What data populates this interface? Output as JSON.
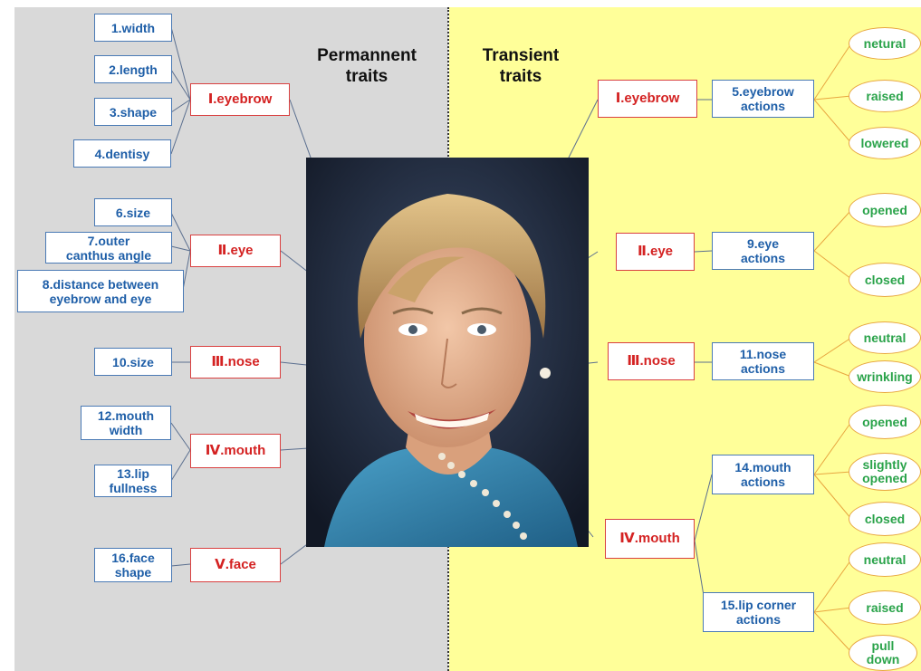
{
  "headings": {
    "permanent": "Permannent\ntraits",
    "transient": "Transient\ntraits"
  },
  "permanent_traits": {
    "eyebrow": "Ⅰ.eyebrow",
    "eye": "Ⅱ.eye",
    "nose": "Ⅲ.nose",
    "mouth": "Ⅳ.mouth",
    "face": "Ⅴ.face"
  },
  "permanent_features": {
    "width": "1.width",
    "length": "2.length",
    "shape": "3.shape",
    "dentisy": "4.dentisy",
    "eye_size": "6.size",
    "canthus": "7.outer\ncanthus angle",
    "distance": "8.distance between\neyebrow and eye",
    "nose_size": "10.size",
    "mouth_width": "12.mouth\nwidth",
    "lip_fullness": "13.lip\nfullness",
    "face_shape": "16.face\nshape"
  },
  "transient_traits": {
    "eyebrow": "Ⅰ.eyebrow",
    "eye": "Ⅱ.eye",
    "nose": "Ⅲ.nose",
    "mouth": "Ⅳ.mouth"
  },
  "actions": {
    "eyebrow": "5.eyebrow\nactions",
    "eye": "9.eye\nactions",
    "nose": "11.nose\nactions",
    "mouth": "14.mouth\nactions",
    "lip_corner": "15.lip corner\nactions"
  },
  "states": {
    "netural": "netural",
    "raised": "raised",
    "lowered": "lowered",
    "eye_opened": "opened",
    "eye_closed": "closed",
    "nose_neutral": "neutral",
    "wrinkling": "wrinkling",
    "mouth_opened": "opened",
    "slightly_opened": "slightly\nopened",
    "mouth_closed": "closed",
    "lip_neutral": "neutral",
    "lip_raised": "raised",
    "pull_down": "pull\ndown"
  },
  "colors": {
    "left_panel": "#d9d9d9",
    "right_panel": "#ffff99",
    "feature_text": "#1f5fa8",
    "trait_text": "#d42222",
    "state_text": "#2aa34a",
    "state_border": "#e8a640"
  }
}
